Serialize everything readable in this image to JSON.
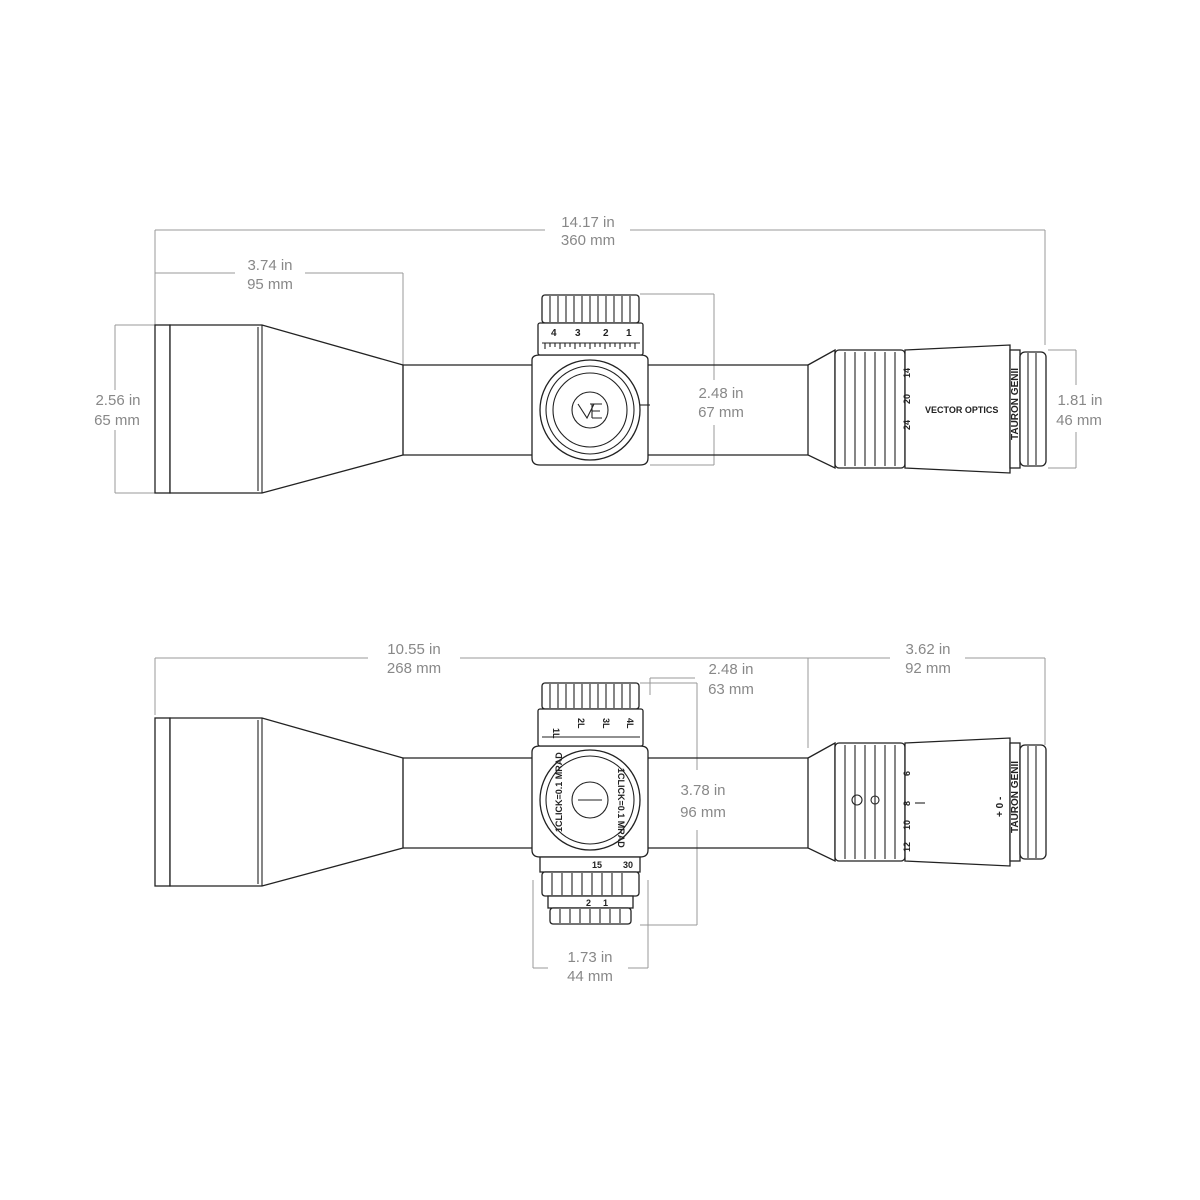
{
  "top_view": {
    "overall_length": {
      "in": "14.17 in",
      "mm": "360 mm"
    },
    "objective_length": {
      "in": "3.74 in",
      "mm": "95 mm"
    },
    "objective_diameter": {
      "in": "2.56  in",
      "mm": "65 mm"
    },
    "turret_height": {
      "in": "2.48 in",
      "mm": "67 mm"
    },
    "eyepiece_diameter": {
      "in": "1.81 in",
      "mm": "46 mm"
    },
    "turret_numbers": [
      "4",
      "3",
      "2",
      "1"
    ],
    "brand": "VECTOR OPTICS",
    "model": "TAURON GENII",
    "zoom_marks": [
      "14",
      "20",
      "24"
    ]
  },
  "side_view": {
    "front_length": {
      "in": "10.55 in",
      "mm": "268 mm"
    },
    "rear_length": {
      "in": "3.62 in",
      "mm": "92 mm"
    },
    "turret_offset": {
      "in": "2.48 in",
      "mm": "63 mm"
    },
    "turret_height": {
      "in": "3.78 in",
      "mm": "96 mm"
    },
    "turret_width": {
      "in": "1.73 in",
      "mm": "44 mm"
    },
    "turret_marks": [
      "1L",
      "2L",
      "3L",
      "4L"
    ],
    "click_text": "1CLICK=0.1 MRAD",
    "parallax_marks": [
      "15",
      "30"
    ],
    "illum_marks": [
      "2",
      "1"
    ],
    "model": "TAURON GENII",
    "zoom_marks": [
      "6",
      "8",
      "10",
      "12"
    ],
    "diopter": "+ 0 -"
  }
}
